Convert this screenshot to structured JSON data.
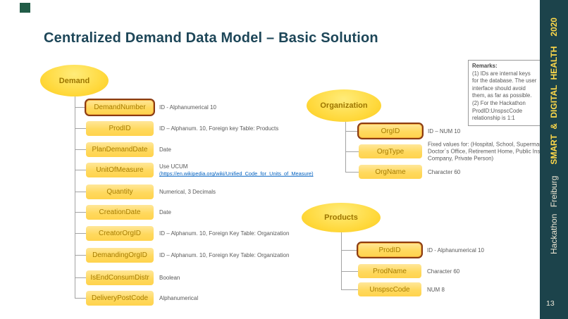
{
  "title": "Centralized Demand Data Model – Basic Solution",
  "colors": {
    "title": "#1d4658",
    "sidebar_bg": "#1c434b",
    "accent_yellow": "#ffd83a",
    "key_border": "#8a3b12",
    "annotation_gray": "#595959",
    "link_blue": "#0563c1",
    "logo_green": "#215c47"
  },
  "sidebar": {
    "event": "Hackathon  Freiburg",
    "program": "SMART  &  DIGITAL  HEALTH",
    "year": "2020",
    "page_number": "13"
  },
  "remarks": {
    "title": "Remarks:",
    "body": "(1) IDs are internal keys for the database. The user interface should avoid them, as far as possible. (2) For the Hackathon ProdID:UnspscCode relationship is 1:1"
  },
  "demand": {
    "name": "Demand",
    "fields": [
      {
        "label": "DemandNumber",
        "key": true,
        "annotation": "ID - Alphanumerical 10"
      },
      {
        "label": "ProdID",
        "key": false,
        "annotation": "ID – Alphanum. 10, Foreign key Table: Products"
      },
      {
        "label": "PlanDemandDate",
        "key": false,
        "annotation": "Date"
      },
      {
        "label": "UnitOfMeasure",
        "key": false,
        "annotation": "Use UCUM",
        "link": "(https://en.wikipedia.org/wiki/Unified_Code_for_Units_of_Measure)"
      },
      {
        "label": "Quantity",
        "key": false,
        "annotation": "Numerical, 3 Decimals"
      },
      {
        "label": "CreationDate",
        "key": false,
        "annotation": "Date"
      },
      {
        "label": "CreatorOrgID",
        "key": false,
        "annotation": "ID – Alphanum. 10, Foreign Key Table: Organization"
      },
      {
        "label": "DemandingOrgID",
        "key": false,
        "annotation": "ID – Alphanum. 10, Foreign Key Table: Organization"
      },
      {
        "label": "IsEndConsumDistr",
        "key": false,
        "annotation": "Boolean"
      },
      {
        "label": "DeliveryPostCode",
        "key": false,
        "annotation": "Alphanumerical"
      }
    ]
  },
  "organization": {
    "name": "Organization",
    "fields": [
      {
        "label": "OrgID",
        "key": true,
        "annotation": "ID – NUM 10"
      },
      {
        "label": "OrgType",
        "key": false,
        "annotation": "Fixed values for: (Hospital, School, Supermarket, NGO, Doctor´s Office, Retirement Home, Public Institution, Company, Private Person)"
      },
      {
        "label": "OrgName",
        "key": false,
        "annotation": "Character 60"
      }
    ]
  },
  "products": {
    "name": "Products",
    "fields": [
      {
        "label": "ProdID",
        "key": true,
        "annotation": "ID - Alphanumerical 10"
      },
      {
        "label": "ProdName",
        "key": false,
        "annotation": "Character 60"
      },
      {
        "label": "UnspscCode",
        "key": false,
        "annotation": "NUM 8"
      }
    ]
  }
}
